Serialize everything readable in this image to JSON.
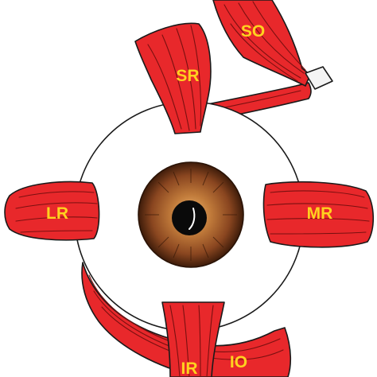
{
  "labels": {
    "so": "SO",
    "sr": "SR",
    "lr": "LR",
    "mr": "MR",
    "ir": "IR",
    "io": "IO"
  },
  "colors": {
    "muscle": "#e8282b",
    "fiber": "#7a1010",
    "label": "#ffd21f",
    "outline": "#1a1a1a",
    "globe": "#ffffff",
    "iris_inner": "#e0a05a",
    "iris_mid": "#a45a25",
    "iris_outer": "#4a2410",
    "pupil": "#0a0a0a",
    "trochlea": "#f4f4f4"
  }
}
